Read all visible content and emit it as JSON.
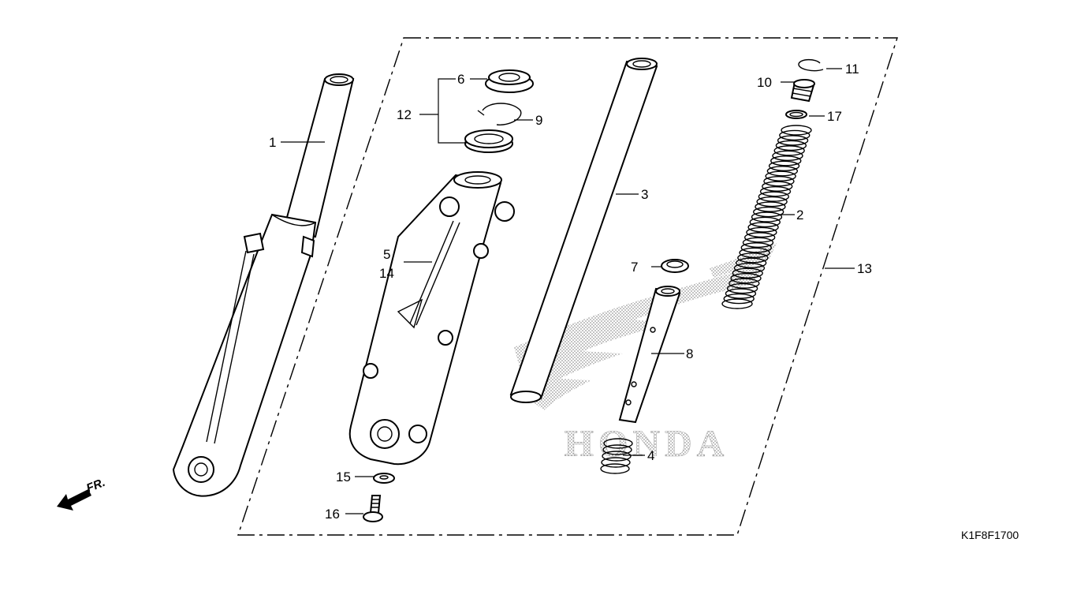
{
  "diagram_code": "K1F8F1700",
  "direction_label": "FR.",
  "watermark_text": "HONDA",
  "callouts": {
    "c1": "1",
    "c2": "2",
    "c3": "3",
    "c4": "4",
    "c5": "5",
    "c6": "6",
    "c7": "7",
    "c8": "8",
    "c9": "9",
    "c10": "10",
    "c11": "11",
    "c12": "12",
    "c13": "13",
    "c14": "14",
    "c15": "15",
    "c16": "16",
    "c17": "17"
  },
  "colors": {
    "line": "#000000",
    "background": "#ffffff",
    "watermark": "#bdbdbd"
  }
}
